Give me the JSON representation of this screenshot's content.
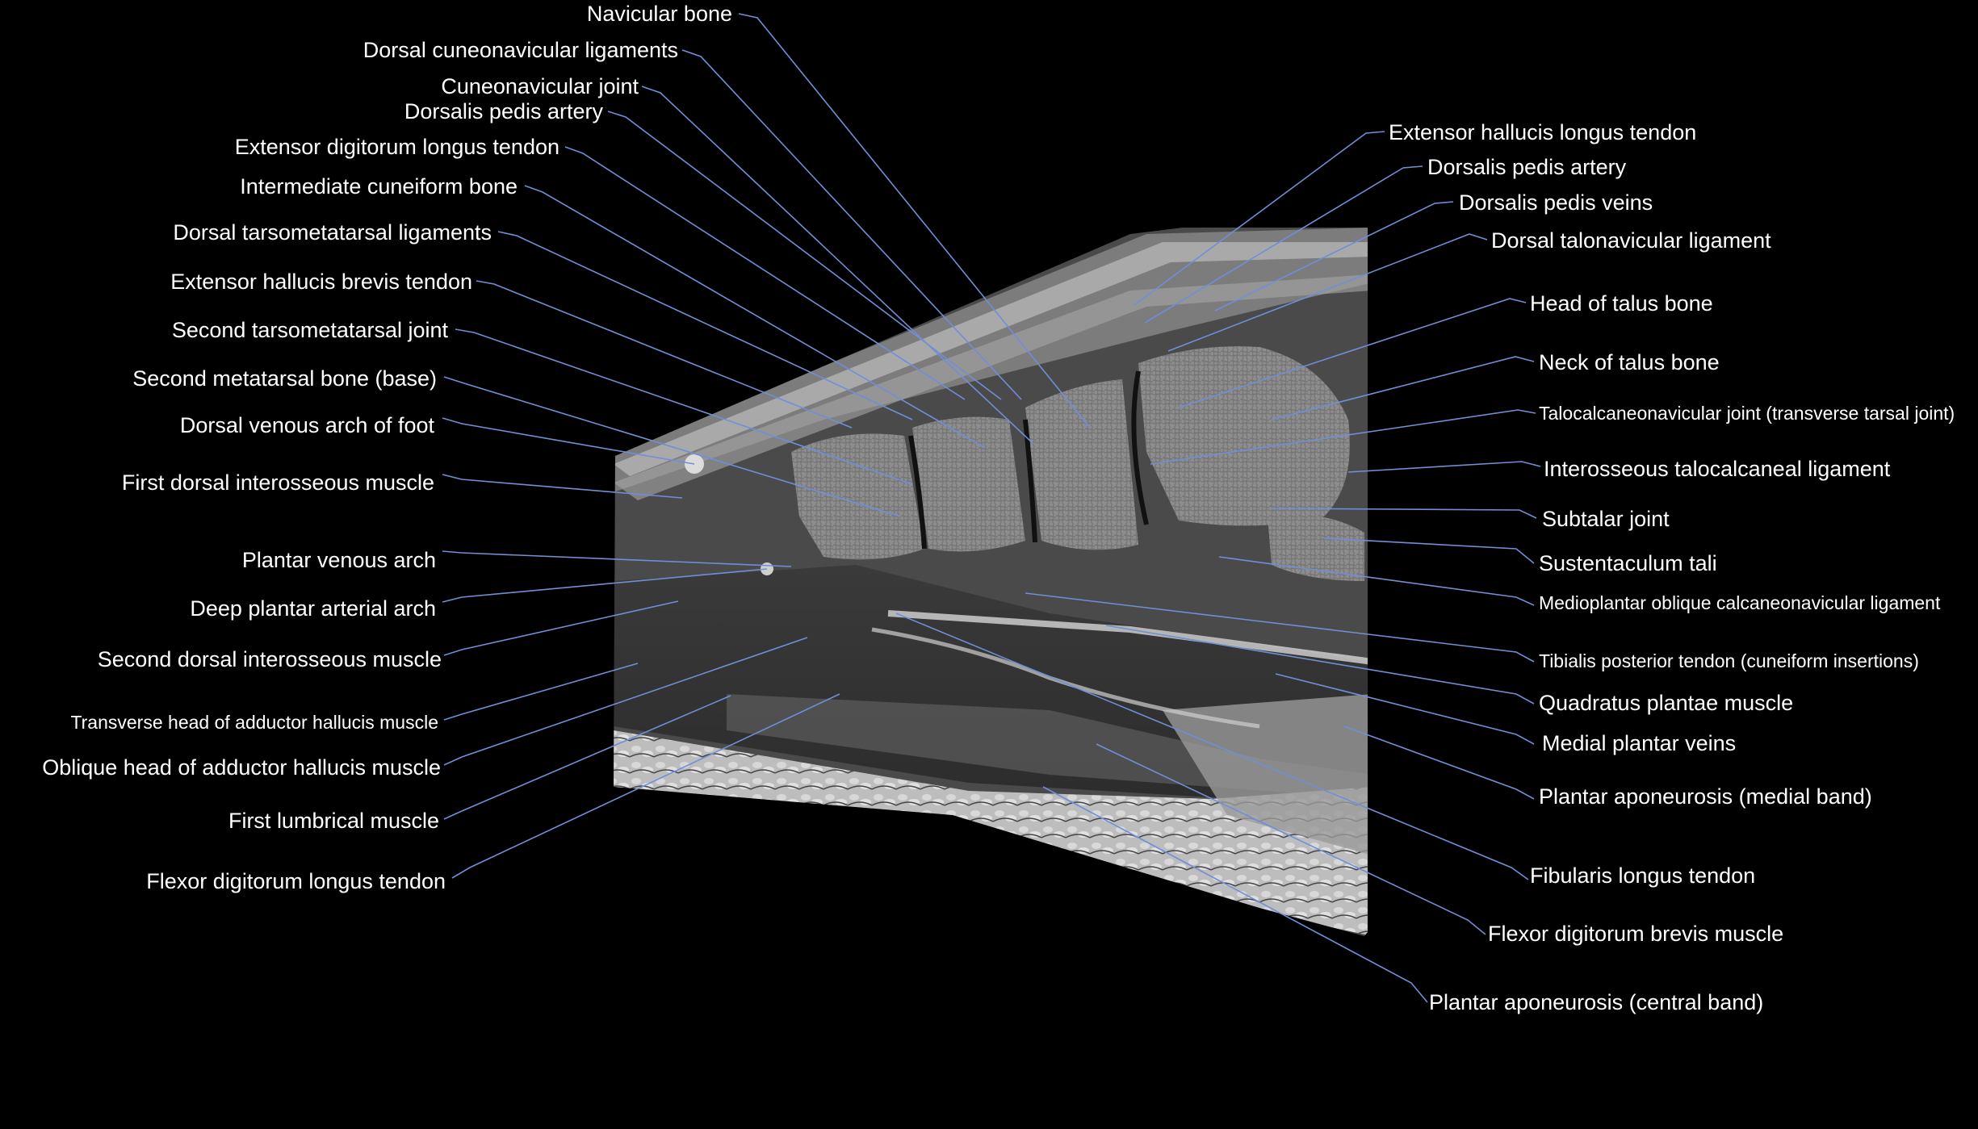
{
  "colors": {
    "background": "#000000",
    "label_text": "#ffffff",
    "leader_line": "#6f8fd6"
  },
  "image": {
    "semantic": "sagittal-mri-of-foot-midfoot"
  },
  "labels": {
    "navicular_bone": "Navicular bone",
    "dorsal_cuneonavicular_ligaments": "Dorsal cuneonavicular ligaments",
    "cuneonavicular_joint": "Cuneonavicular joint",
    "dorsalis_pedis_artery_left": "Dorsalis pedis artery",
    "extensor_digitorum_longus_tendon": "Extensor digitorum longus tendon",
    "intermediate_cuneiform_bone": "Intermediate cuneiform bone",
    "dorsal_tarsometatarsal_ligaments": "Dorsal tarsometatarsal ligaments",
    "extensor_hallucis_brevis_tendon": "Extensor hallucis brevis tendon",
    "second_tarsometatarsal_joint": "Second tarsometatarsal joint",
    "second_metatarsal_bone_base": "Second metatarsal bone (base)",
    "dorsal_venous_arch_of_foot": "Dorsal venous arch of foot",
    "first_dorsal_interosseous_muscle": "First dorsal interosseous muscle",
    "plantar_venous_arch": "Plantar venous arch",
    "deep_plantar_arterial_arch": "Deep plantar arterial arch",
    "second_dorsal_interosseous_muscle": "Second dorsal interosseous muscle",
    "transverse_head_adductor_hallucis": "Transverse head of adductor hallucis muscle",
    "oblique_head_adductor_hallucis": "Oblique head of adductor hallucis muscle",
    "first_lumbrical_muscle": "First lumbrical muscle",
    "flexor_digitorum_longus_tendon": "Flexor digitorum longus tendon",
    "extensor_hallucis_longus_tendon": "Extensor hallucis longus tendon",
    "dorsalis_pedis_artery_right": "Dorsalis pedis artery",
    "dorsalis_pedis_veins": "Dorsalis pedis veins",
    "dorsal_talonavicular_ligament": "Dorsal talonavicular ligament",
    "head_of_talus_bone": "Head of talus bone",
    "neck_of_talus_bone": "Neck of talus bone",
    "talocalcaneonavicular_joint": "Talocalcaneonavicular joint (transverse tarsal joint)",
    "interosseous_talocalcaneal_ligament": "Interosseous talocalcaneal ligament",
    "subtalar_joint": "Subtalar joint",
    "sustentaculum_tali": "Sustentaculum tali",
    "medioplantar_oblique_calcaneonavicular_ligament": "Medioplantar oblique calcaneonavicular ligament",
    "tibialis_posterior_tendon": "Tibialis posterior tendon (cuneiform insertions)",
    "quadratus_plantae_muscle": "Quadratus plantae muscle",
    "medial_plantar_veins": "Medial plantar veins",
    "plantar_aponeurosis_medial_band": "Plantar aponeurosis (medial band)",
    "fibularis_longus_tendon": "Fibularis longus tendon",
    "flexor_digitorum_brevis_muscle": "Flexor digitorum brevis muscle",
    "plantar_aponeurosis_central_band": "Plantar aponeurosis (central band)"
  }
}
